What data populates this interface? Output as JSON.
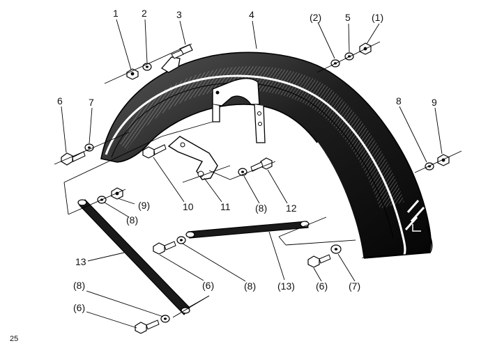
{
  "diagram": {
    "page_number": "25",
    "parts": [
      "Front mudguard",
      "Bolt",
      "Washer",
      "Nut",
      "Stay",
      "Bracket"
    ],
    "callouts": [
      {
        "key": "c1",
        "label": "1"
      },
      {
        "key": "c2",
        "label": "2"
      },
      {
        "key": "c3",
        "label": "3"
      },
      {
        "key": "c4",
        "label": "4"
      },
      {
        "key": "c2p",
        "label": "(2)"
      },
      {
        "key": "c5",
        "label": "5"
      },
      {
        "key": "c1p",
        "label": "(1)"
      },
      {
        "key": "c6",
        "label": "6"
      },
      {
        "key": "c7",
        "label": "7"
      },
      {
        "key": "c8",
        "label": "8"
      },
      {
        "key": "c9",
        "label": "9"
      },
      {
        "key": "c9p",
        "label": "(9)"
      },
      {
        "key": "c8p_a",
        "label": "(8)"
      },
      {
        "key": "c10",
        "label": "10"
      },
      {
        "key": "c11",
        "label": "11"
      },
      {
        "key": "c8p_b",
        "label": "(8)"
      },
      {
        "key": "c12",
        "label": "12"
      },
      {
        "key": "c13",
        "label": "13"
      },
      {
        "key": "c6p_a",
        "label": "(6)"
      },
      {
        "key": "c8p_c",
        "label": "(8)"
      },
      {
        "key": "c13p",
        "label": "(13)"
      },
      {
        "key": "c6p_b",
        "label": "(6)"
      },
      {
        "key": "c7p",
        "label": "(7)"
      },
      {
        "key": "c8p_d",
        "label": "(8)"
      },
      {
        "key": "c6p_c",
        "label": "(6)"
      }
    ]
  }
}
